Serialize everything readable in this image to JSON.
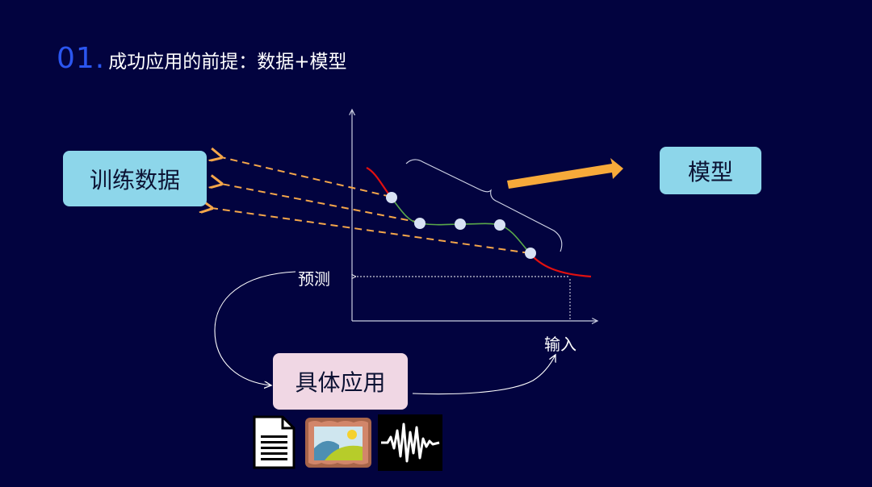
{
  "header": {
    "number": "01.",
    "title": "成功应用的前提：数据+模型"
  },
  "boxes": {
    "training_data": "训练数据",
    "model": "模型",
    "application": "具体应用"
  },
  "labels": {
    "prediction": "预测",
    "input": "输入"
  },
  "icons": [
    "document-icon",
    "image-icon",
    "waveform-icon"
  ],
  "colors": {
    "background": "#02033f",
    "title_number": "#2b56f0",
    "box_blue": "#8dd6ea",
    "box_pink": "#f0d7e4",
    "dashed_arrow": "#f4a64a",
    "big_arrow": "#f7aa3a",
    "curve_red": "#e01010",
    "curve_green": "#5aa84a",
    "point": "#d8e2f4"
  }
}
